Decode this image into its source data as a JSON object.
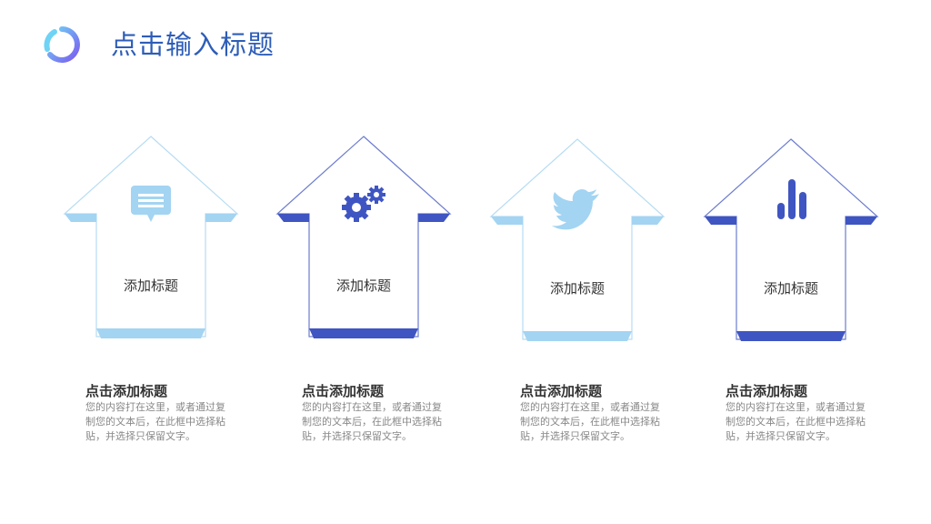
{
  "header": {
    "title": "点击输入标题",
    "logo_gradient": [
      "#6fd3f5",
      "#7b5cf0"
    ]
  },
  "colors": {
    "light_blue": "#a3d4f2",
    "dark_blue": "#3f55c2",
    "light_outline": "#b6dcf3",
    "dark_outline": "#6c7ccf"
  },
  "cards": [
    {
      "label": "添加标题",
      "icon": "chat-bubble-icon",
      "theme": "light"
    },
    {
      "label": "添加标题",
      "icon": "gears-icon",
      "theme": "dark"
    },
    {
      "label": "添加标题",
      "icon": "twitter-bird-icon",
      "theme": "light"
    },
    {
      "label": "添加标题",
      "icon": "bar-chart-icon",
      "theme": "dark"
    }
  ],
  "descriptions": [
    {
      "title": "点击添加标题",
      "body_lines": [
        "您的内容打在这里，或者通过复",
        "制您的文本后，在此框中选择粘",
        "贴，并选择只保留文字。"
      ]
    },
    {
      "title": "点击添加标题",
      "body_lines": [
        "您的内容打在这里，或者通过复",
        "制您的文本后，在此框中选择粘",
        "贴，并选择只保留文字。"
      ]
    },
    {
      "title": "点击添加标题",
      "body_lines": [
        "您的内容打在这里，或者通过复",
        "制您的文本后，在此框中选择粘",
        "贴，并选择只保留文字。"
      ]
    },
    {
      "title": "点击添加标题",
      "body_lines": [
        "您的内容打在这里，或者通过复",
        "制您的文本后，在此框中选择粘",
        "贴，并选择只保留文字。"
      ]
    }
  ]
}
